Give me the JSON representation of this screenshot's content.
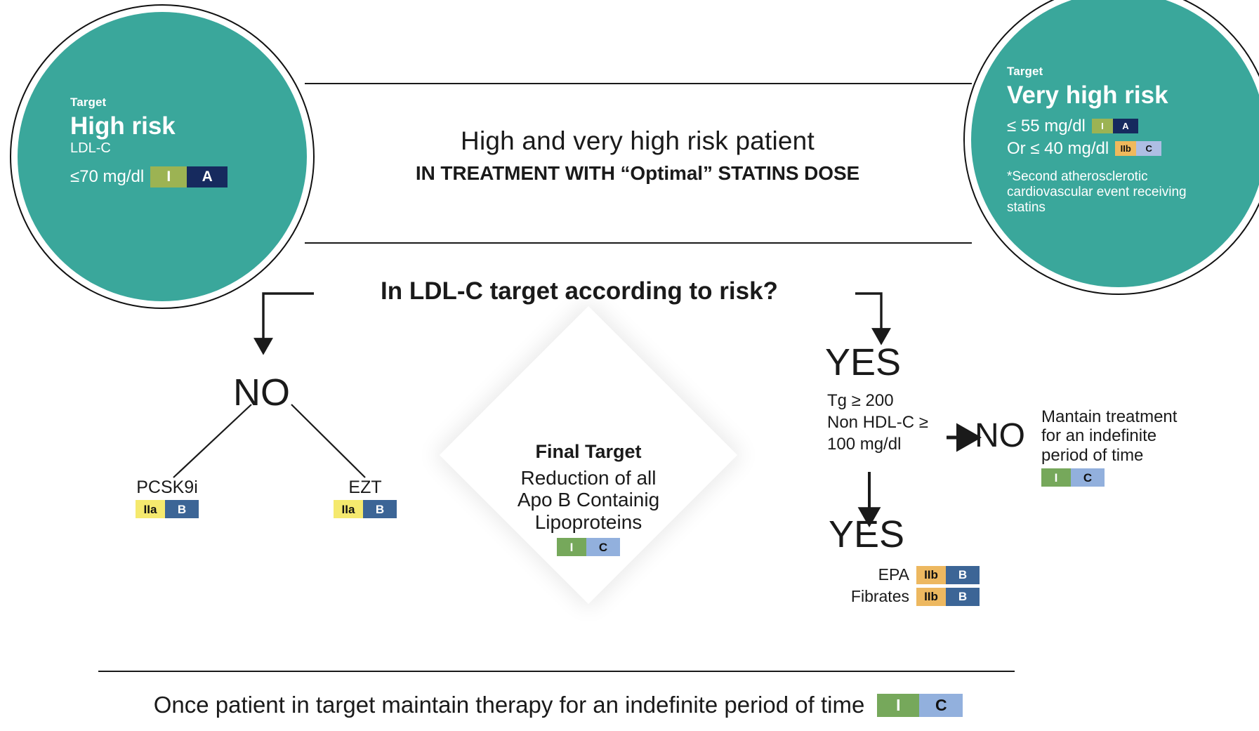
{
  "left_circle": {
    "target_label": "Target",
    "title": "High risk",
    "subtitle": "LDL-C",
    "value": "≤70 mg/dl",
    "badge": {
      "class": "I",
      "level": "A"
    }
  },
  "right_circle": {
    "target_label": "Target",
    "title": "Very high risk",
    "value1": "≤ 55 mg/dl",
    "badge1": {
      "class": "I",
      "level": "A"
    },
    "value2": "Or ≤ 40 mg/dl",
    "badge2": {
      "class": "IIb",
      "level": "C"
    },
    "note": "*Second atherosclerotic cardiovascular event receiving statins"
  },
  "header": {
    "line1": "High and very high risk patient",
    "line2": "IN TREATMENT WITH “Optimal” STATINS DOSE"
  },
  "question": "In LDL-C target according to risk?",
  "left_branch": {
    "answer": "NO",
    "drugs": [
      {
        "name": "PCSK9i",
        "badge": {
          "class": "IIa",
          "level": "B"
        }
      },
      {
        "name": "EZT",
        "badge": {
          "class": "IIa",
          "level": "B"
        }
      }
    ]
  },
  "center": {
    "title": "Final Target",
    "body_line1": "Reduction of all",
    "body_line2": "Apo B Containig",
    "body_line3": "Lipoproteins",
    "badge": {
      "class": "I",
      "level": "C"
    }
  },
  "right_branch": {
    "answer": "YES",
    "criteria_line1": "Tg ≥ 200",
    "criteria_line2": "Non HDL-C ≥",
    "criteria_line3": "100 mg/dl",
    "no_answer": "NO",
    "maintain_line1": "Mantain treatment",
    "maintain_line2": "for an indefinite",
    "maintain_line3": "period of time",
    "maintain_badge": {
      "class": "I",
      "level": "C"
    },
    "yes_answer": "YES",
    "therapies": [
      {
        "name": "EPA",
        "badge": {
          "class": "IIb",
          "level": "B"
        }
      },
      {
        "name": "Fibrates",
        "badge": {
          "class": "IIb",
          "level": "B"
        }
      }
    ]
  },
  "footer": {
    "text": "Once patient in target maintain therapy for an indefinite period of time",
    "badge": {
      "class": "I",
      "level": "C"
    }
  },
  "colors": {
    "teal": "#3aa79b",
    "class_I_olive": "#9cb353",
    "level_A_navy": "#162a5e",
    "class_IIa_yellow": "#f5e96e",
    "class_IIb_orange": "#edb860",
    "level_B_blue": "#3c6596",
    "class_I_green": "#76a85b",
    "level_C_lightblue": "#92b0dd",
    "line_black": "#1a1a1a"
  }
}
